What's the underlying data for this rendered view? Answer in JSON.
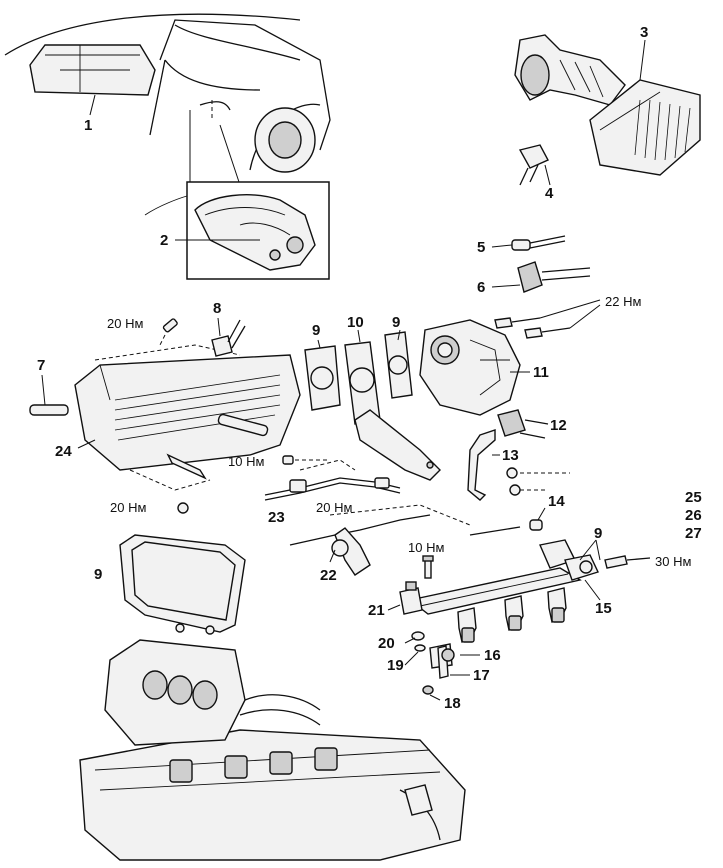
{
  "callouts": [
    {
      "id": "c1",
      "text": "1"
    },
    {
      "id": "c2",
      "text": "2"
    },
    {
      "id": "c3",
      "text": "3"
    },
    {
      "id": "c4",
      "text": "4"
    },
    {
      "id": "c5",
      "text": "5"
    },
    {
      "id": "c6",
      "text": "6"
    },
    {
      "id": "c7",
      "text": "7"
    },
    {
      "id": "c8",
      "text": "8"
    },
    {
      "id": "c9a",
      "text": "9"
    },
    {
      "id": "c9b",
      "text": "9"
    },
    {
      "id": "c9c",
      "text": "9"
    },
    {
      "id": "c9d",
      "text": "9"
    },
    {
      "id": "c10",
      "text": "10"
    },
    {
      "id": "c11",
      "text": "11"
    },
    {
      "id": "c12",
      "text": "12"
    },
    {
      "id": "c13",
      "text": "13"
    },
    {
      "id": "c14",
      "text": "14"
    },
    {
      "id": "c15",
      "text": "15"
    },
    {
      "id": "c16",
      "text": "16"
    },
    {
      "id": "c17",
      "text": "17"
    },
    {
      "id": "c18",
      "text": "18"
    },
    {
      "id": "c19",
      "text": "19"
    },
    {
      "id": "c20",
      "text": "20"
    },
    {
      "id": "c21",
      "text": "21"
    },
    {
      "id": "c22",
      "text": "22"
    },
    {
      "id": "c23",
      "text": "23"
    },
    {
      "id": "c24",
      "text": "24"
    },
    {
      "id": "c25",
      "text": "25"
    },
    {
      "id": "c26",
      "text": "26"
    },
    {
      "id": "c27",
      "text": "27"
    }
  ],
  "torques": [
    {
      "id": "t1",
      "text": "20 Нм"
    },
    {
      "id": "t2",
      "text": "22 Нм"
    },
    {
      "id": "t3",
      "text": "10 Нм"
    },
    {
      "id": "t4",
      "text": "20 Нм"
    },
    {
      "id": "t5",
      "text": "20 Нм"
    },
    {
      "id": "t6",
      "text": "10 Нм"
    },
    {
      "id": "t7",
      "text": "30 Нм"
    }
  ]
}
